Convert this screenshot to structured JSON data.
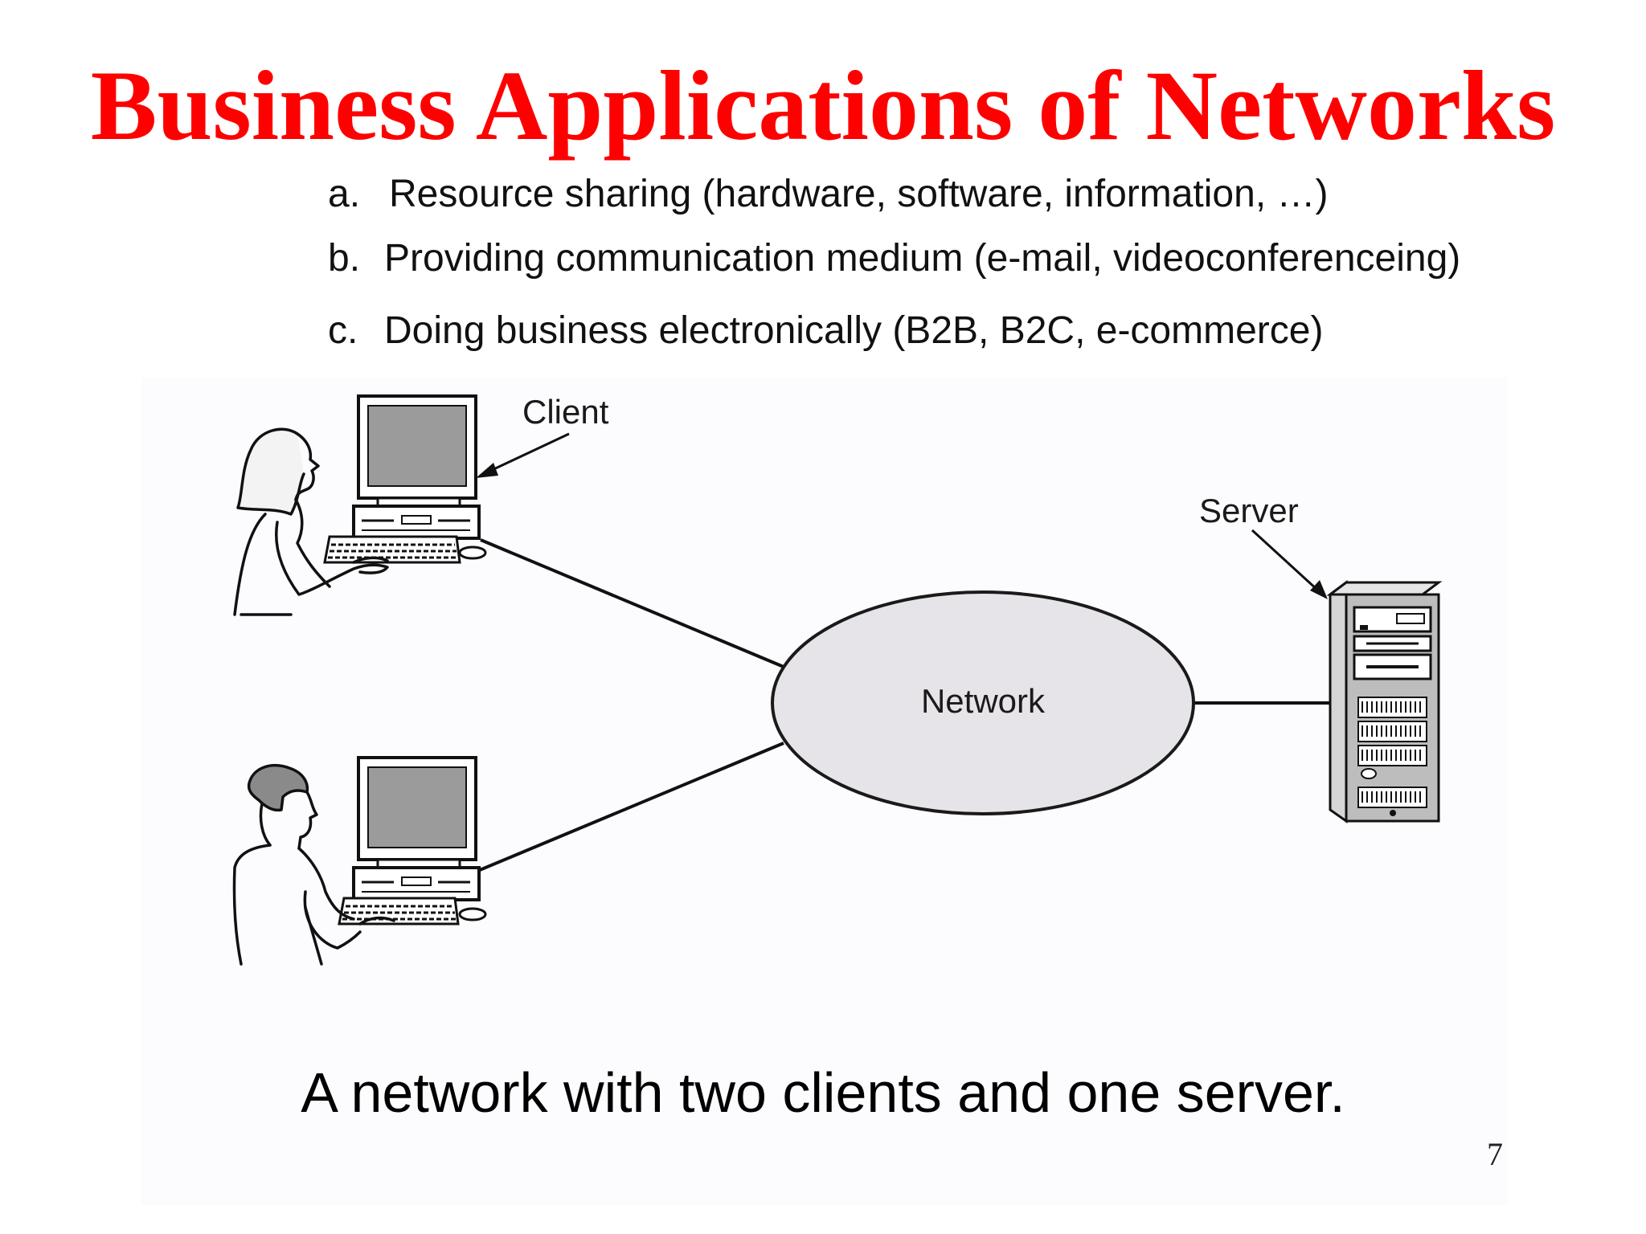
{
  "slide": {
    "title": "Business Applications of Networks",
    "bullets": [
      {
        "marker": "a.",
        "text": "Resource sharing (hardware, software, information, …)"
      },
      {
        "marker": "b.",
        "text": "Providing communication medium (e-mail, videoconferenceing)"
      },
      {
        "marker": "c.",
        "text": "Doing business electronically (B2B, B2C, e-commerce)"
      }
    ],
    "caption": "A network with two clients and one server.",
    "page_number": "7"
  },
  "diagram": {
    "client_label": "Client",
    "server_label": "Server",
    "network_label": "Network"
  },
  "colors": {
    "title": "#ff0000",
    "network_fill": "#e6e4e8",
    "screen_fill": "#9b9b9b",
    "server_fill": "#bdbdbd"
  }
}
